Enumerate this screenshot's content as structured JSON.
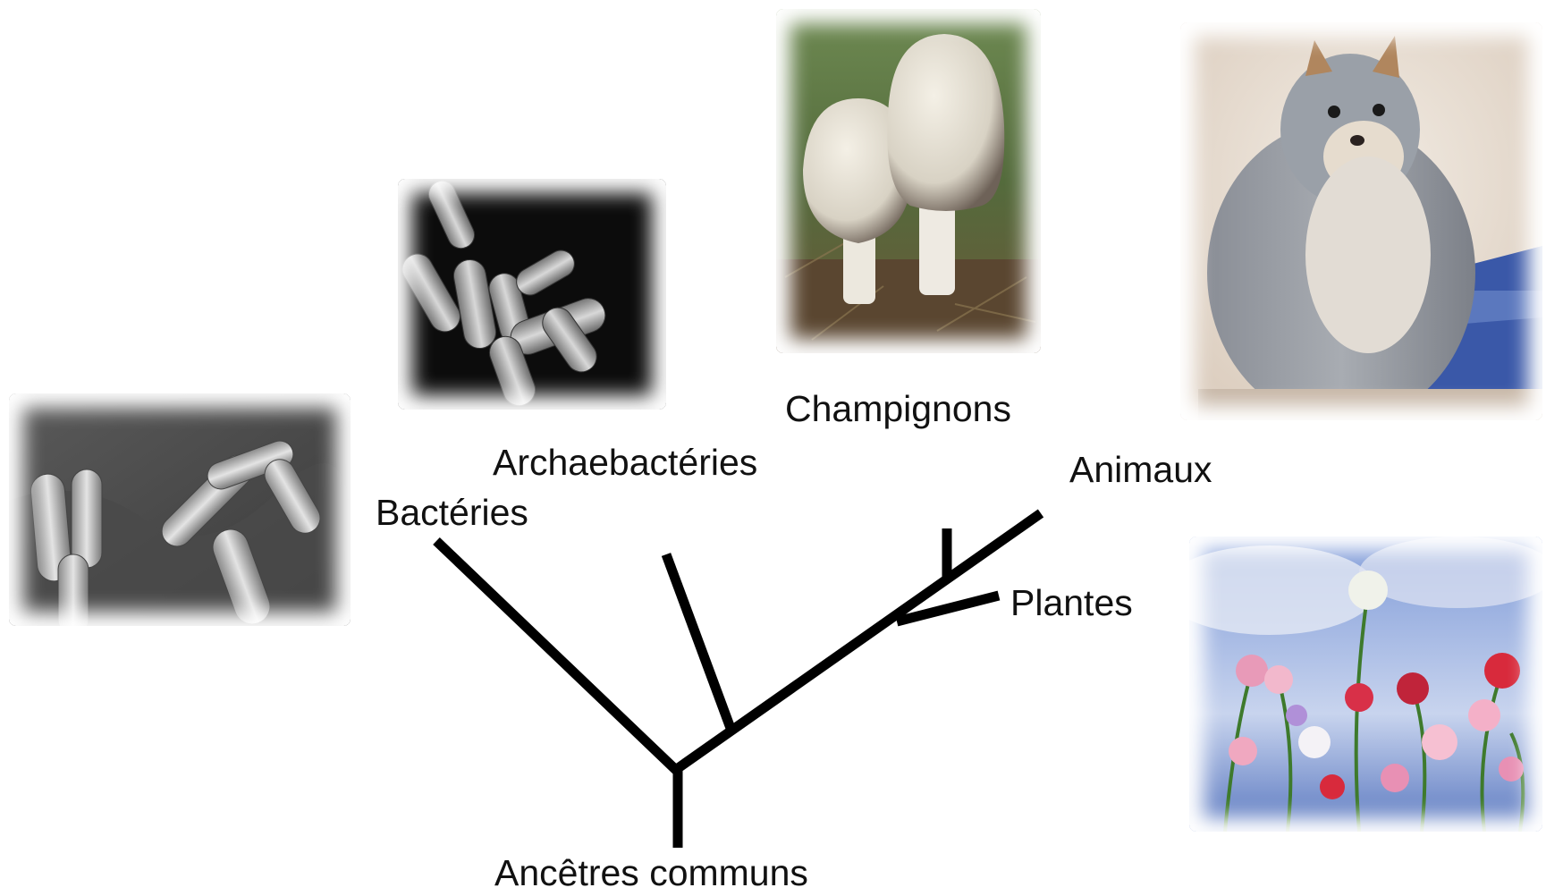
{
  "labels": {
    "bacteria": "Bactéries",
    "archaea": "Archaebactéries",
    "fungi": "Champignons",
    "animals": "Animaux",
    "plants": "Plantes",
    "ancestors": "Ancêtres communs"
  },
  "images": {
    "bacteria": "bacteria-micrograph",
    "archaea": "archaea-micrograph",
    "fungi": "mushroom-photo",
    "animals": "squirrel-photo",
    "plants": "flowers-photo"
  },
  "colors": {
    "branch": "#000000",
    "text": "#111111",
    "background": "#ffffff"
  }
}
